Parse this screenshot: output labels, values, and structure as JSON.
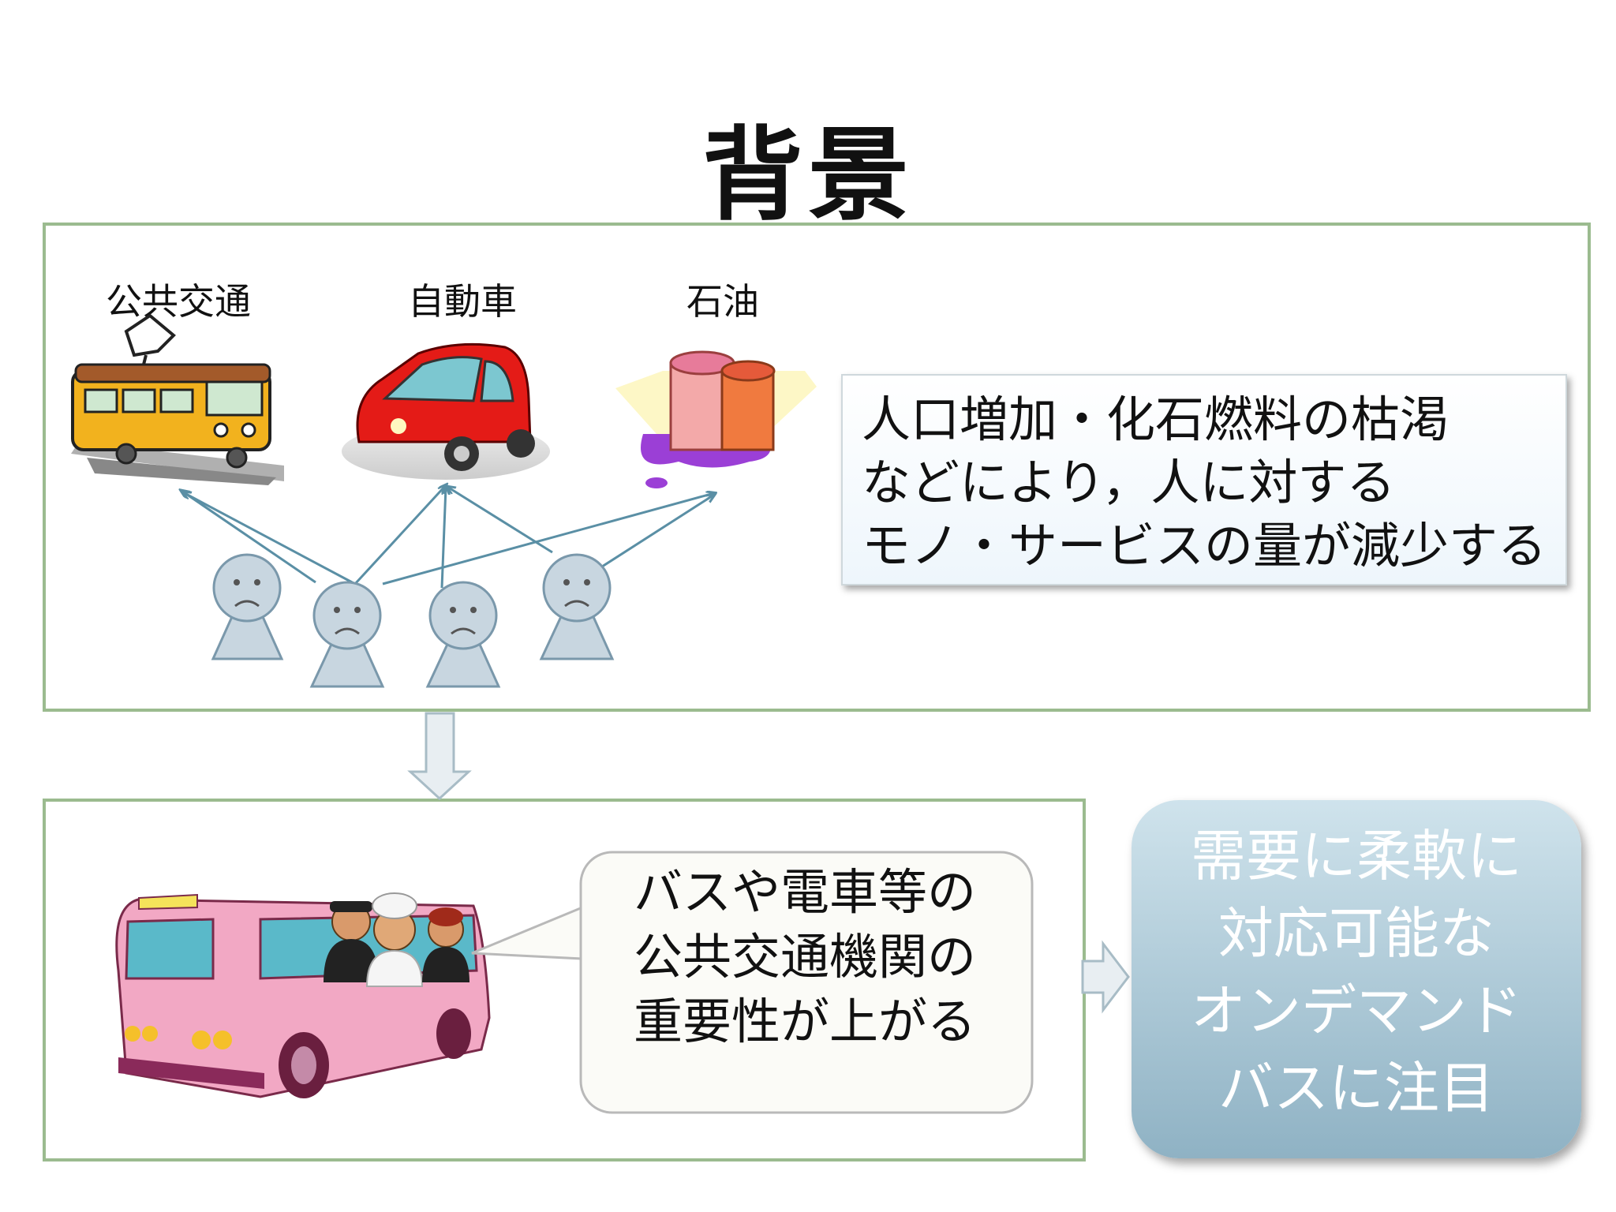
{
  "title": "背景",
  "top_panel": {
    "labels": {
      "public_transport": "公共交通",
      "car": "自動車",
      "oil": "石油"
    },
    "callout_lines": [
      "人口増加・化石燃料の枯渇",
      "などにより，人に対する",
      "モノ・サービスの量が減少する"
    ]
  },
  "bottom_panel": {
    "bubble_lines": [
      "バスや電車等の",
      "公共交通機関の",
      "重要性が上がる"
    ]
  },
  "result_lines": [
    "需要に柔軟に",
    "対応可能な",
    "オンデマンド",
    "バスに注目"
  ],
  "colors": {
    "panel_border": "#9bbb8f",
    "arrow_line": "#5a8fa5",
    "person_fill": "#c8d6e0",
    "result_gradient_top": "#cfe3ec",
    "result_gradient_bottom": "#8fb2c4"
  }
}
